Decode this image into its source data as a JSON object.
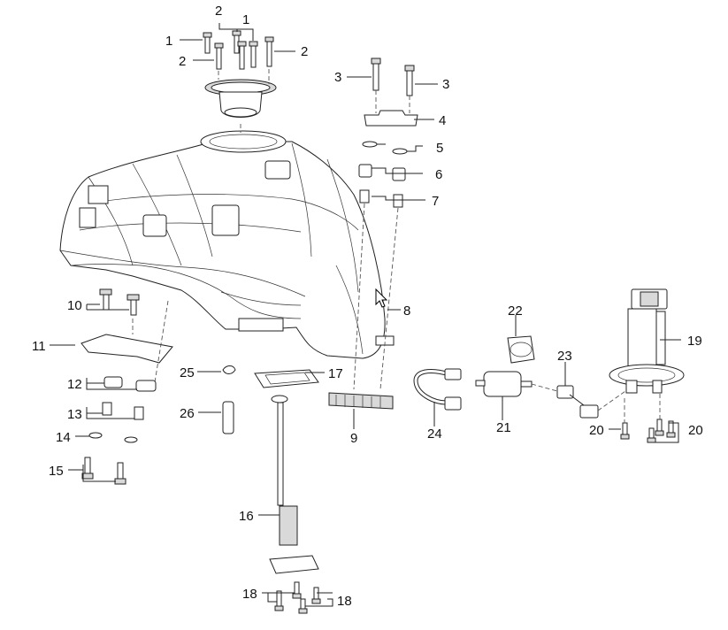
{
  "callouts": {
    "c1a": "1",
    "c1b": "1",
    "c2a": "2",
    "c2b": "2",
    "c2c": "2",
    "c3a": "3",
    "c3b": "3",
    "c4": "4",
    "c5": "5",
    "c6": "6",
    "c7": "7",
    "c8": "8",
    "c9": "9",
    "c10": "10",
    "c11": "11",
    "c12": "12",
    "c13": "13",
    "c14": "14",
    "c15": "15",
    "c16": "16",
    "c17": "17",
    "c18a": "18",
    "c18b": "18",
    "c19": "19",
    "c20a": "20",
    "c20b": "20",
    "c21": "21",
    "c22": "22",
    "c23": "23",
    "c24": "24",
    "c25": "25",
    "c26": "26"
  },
  "icons": {
    "cursor": "mouse-pointer-icon"
  }
}
